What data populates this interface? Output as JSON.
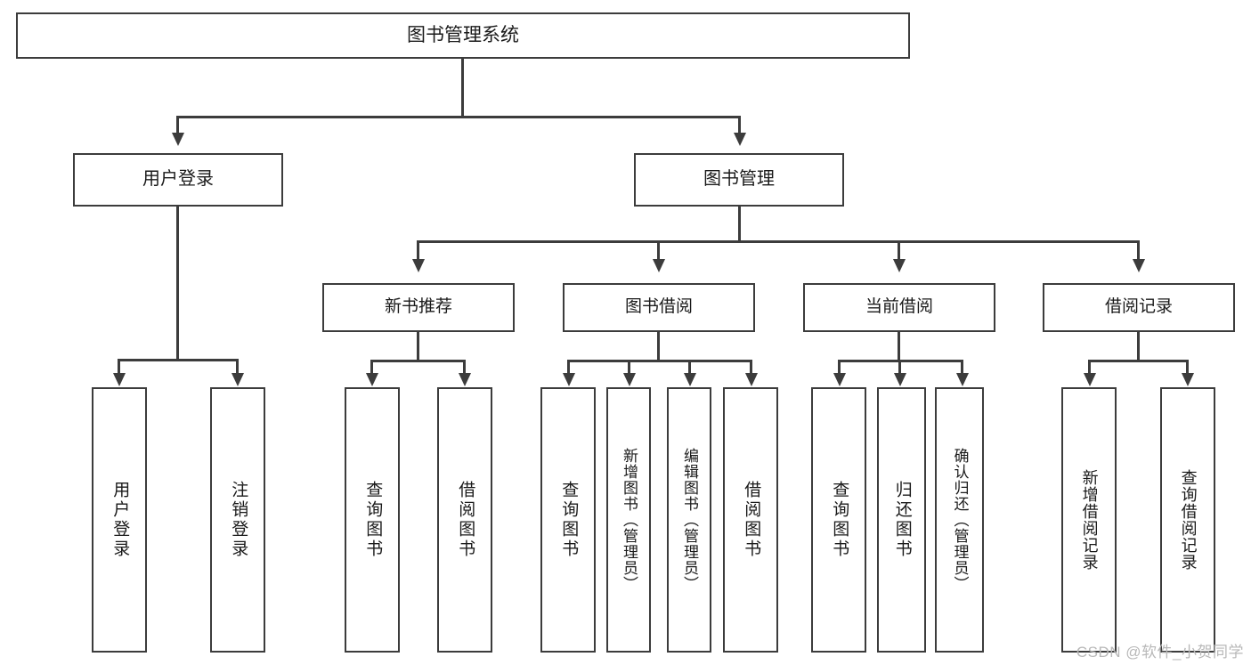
{
  "diagram": {
    "title": "图书管理系统",
    "type": "tree",
    "root": {
      "label": "图书管理系统"
    },
    "level2": [
      {
        "label": "用户登录"
      },
      {
        "label": "图书管理"
      }
    ],
    "level3": [
      {
        "label": "新书推荐"
      },
      {
        "label": "图书借阅"
      },
      {
        "label": "当前借阅"
      },
      {
        "label": "借阅记录"
      }
    ],
    "leaves": {
      "user_login": [
        {
          "label": "用户登录"
        },
        {
          "label": "注销登录"
        }
      ],
      "new_book_recommend": [
        {
          "label": "查询图书"
        },
        {
          "label": "借阅图书"
        }
      ],
      "book_borrow": [
        {
          "label": "查询图书"
        },
        {
          "label": "新增图书（管理员）"
        },
        {
          "label": "编辑图书（管理员）"
        },
        {
          "label": "借阅图书"
        }
      ],
      "current_borrow": [
        {
          "label": "查询图书"
        },
        {
          "label": "归还图书"
        },
        {
          "label": "确认归还（管理员）"
        }
      ],
      "borrow_record": [
        {
          "label": "新增借阅记录"
        },
        {
          "label": "查询借阅记录"
        }
      ]
    }
  },
  "watermark": {
    "text": "CSDN @软件_小贺同学"
  },
  "colors": {
    "background": "#ffffff",
    "stroke": "#3c3c3c",
    "text": "#1a1a1a",
    "watermark": "#b8b8b8"
  }
}
